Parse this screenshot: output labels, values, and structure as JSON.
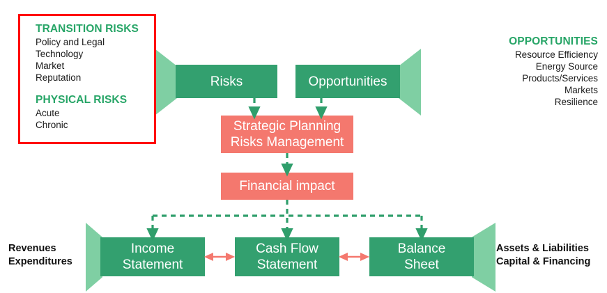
{
  "colors": {
    "green_dark": "#33a06f",
    "green_light": "#7fcfa3",
    "salmon": "#f4786e",
    "red_border": "#ff0000",
    "heading_green": "#27a567",
    "text_dark": "#1a1a1a",
    "white": "#ffffff"
  },
  "risk_panel": {
    "transition": {
      "heading": "TRANSITION RISKS",
      "items": [
        "Policy and Legal",
        "Technology",
        "Market",
        "Reputation"
      ]
    },
    "physical": {
      "heading": "PHYSICAL RISKS",
      "items": [
        "Acute",
        "Chronic"
      ]
    }
  },
  "opportunities_panel": {
    "heading": "OPPORTUNITIES",
    "items": [
      "Resource Efficiency",
      "Energy Source",
      "Products/Services",
      "Markets",
      "Resilience"
    ]
  },
  "boxes": {
    "risks": "Risks",
    "opportunities": "Opportunities",
    "strategic_line1": "Strategic Planning",
    "strategic_line2": "Risks Management",
    "financial": "Financial impact",
    "income_line1": "Income",
    "income_line2": "Statement",
    "cashflow_line1": "Cash Flow",
    "cashflow_line2": "Statement",
    "balance_line1": "Balance",
    "balance_line2": "Sheet"
  },
  "captions": {
    "left_line1": "Revenues",
    "left_line2": "Expenditures",
    "right_line1": "Assets & Liabilities",
    "right_line2": "Capital & Financing"
  }
}
